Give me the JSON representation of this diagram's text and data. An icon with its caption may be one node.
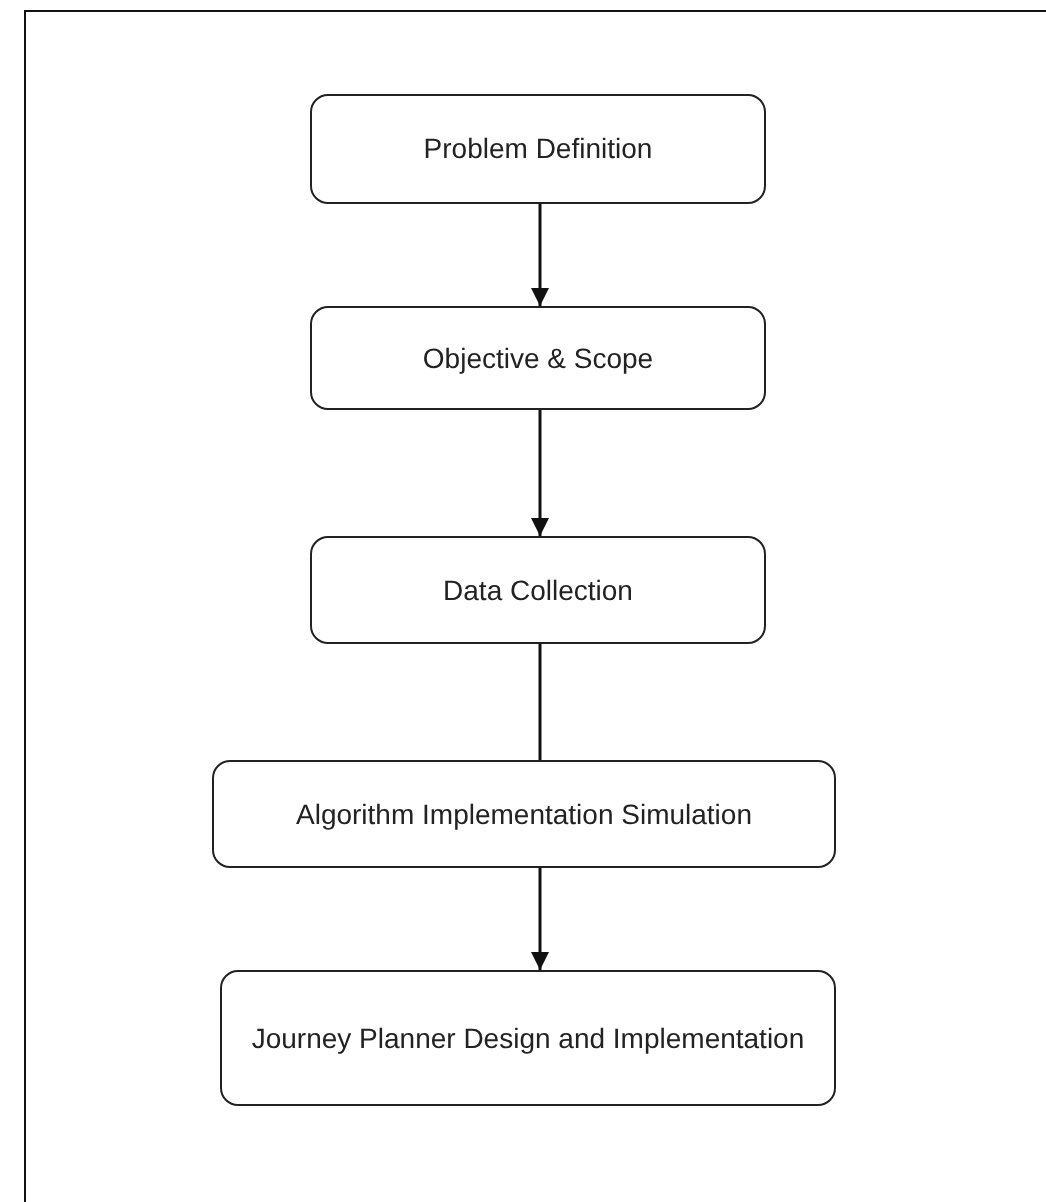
{
  "diagram": {
    "nodes": [
      {
        "text": [
          "Problem Definition"
        ]
      },
      {
        "text": [
          "Objective & Scope"
        ]
      },
      {
        "text": [
          "Data Collection"
        ]
      },
      {
        "text": [
          "Algorithm Implementation Simulation"
        ]
      },
      {
        "text": [
          "Journey Planner Design and Implementation"
        ]
      }
    ],
    "edges": [
      {
        "from": 0,
        "to": 1,
        "arrow": "to"
      },
      {
        "from": 1,
        "to": 2,
        "arrow": "to"
      },
      {
        "from": 2,
        "to": 3,
        "arrow": "none"
      },
      {
        "from": 3,
        "to": 4,
        "arrow": "to"
      }
    ]
  }
}
